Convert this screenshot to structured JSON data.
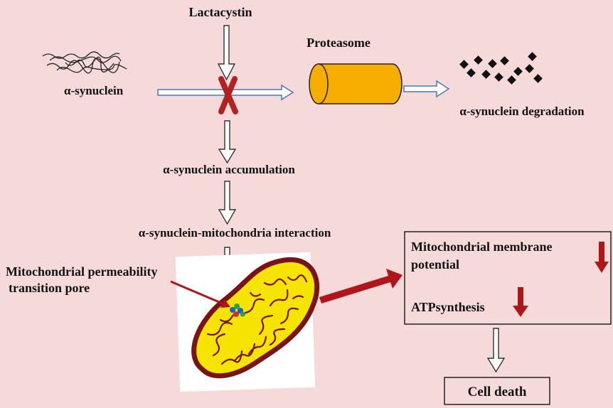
{
  "labels": {
    "lactacystin": "Lactacystin",
    "proteasome": "Proteasome",
    "alpha_synuclein": "α-synuclein",
    "degradation": "α-synuclein degradation",
    "accumulation": "α-synuclein accumulation",
    "interaction": "α-synuclein-mitochondria interaction",
    "mptp_line1": "Mitochondrial permeability",
    "mptp_line2": "transition pore",
    "membrane_line1": "Mitochondrial membrane",
    "membrane_line2": "potential",
    "atp": "ATPsynthesis",
    "cell_death": "Cell death"
  },
  "colors": {
    "background": "#f6dada",
    "proteasome_fill": "#f7ad00",
    "block_x": "#b22222",
    "arrow_red": "#b0151a",
    "mito_fill": "#f4e400",
    "mito_outline": "#7a1414",
    "arrow_blue_outline": "#4a78b8"
  },
  "icons": {
    "block": "red-x-icon",
    "decrease": "red-down-arrow-icon",
    "fragments": "black-diamond-fragments",
    "fibrils": "squiggly-fibril-icon"
  }
}
